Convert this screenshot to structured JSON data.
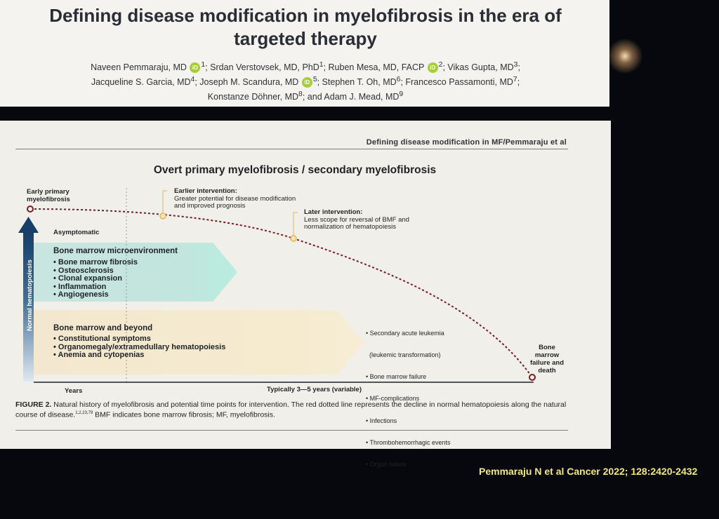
{
  "paper": {
    "title_line1": "Defining disease modification in myelofibrosis in the era of",
    "title_line2": "targeted therapy",
    "authors": {
      "a1": "Naveen Pemmaraju, MD",
      "a1_sup": "1",
      "a2": "; Srdan Verstovsek, MD, PhD",
      "a2_sup": "1",
      "a3": "; Ruben Mesa, MD, FACP",
      "a3_sup": "2",
      "a4": "; Vikas Gupta, MD",
      "a4_sup": "3",
      "a4_end": ";",
      "a5": "Jacqueline S. Garcia, MD",
      "a5_sup": "4",
      "a6": "; Joseph M. Scandura, MD",
      "a6_sup": "5",
      "a7": "; Stephen T. Oh, MD",
      "a7_sup": "6",
      "a8": "; Francesco Passamonti, MD",
      "a8_sup": "7",
      "a8_end": ";",
      "a9": "Konstanze Döhner, MD",
      "a9_sup": "8",
      "a10": "; and Adam J. Mead, MD",
      "a10_sup": "9"
    },
    "orcid_label": "iD"
  },
  "figure": {
    "running_head": "Defining disease modification in MF/Pemmaraju et al",
    "heading": "Overt primary myelofibrosis / secondary myelofibrosis",
    "start_label": {
      "l1": "Early primary",
      "l2": "myelofibrosis"
    },
    "asymptomatic": "Asymptomatic",
    "yaxis_label": "Normal hematopoiesis",
    "earlier": {
      "title": "Earlier intervention:",
      "l1": "Greater potential for disease modification",
      "l2": "and improved prognosis"
    },
    "later": {
      "title": "Later intervention:",
      "l1": "Less scope for reversal of BMF and",
      "l2": "normalization of hematopoiesis"
    },
    "band1": {
      "title": "Bone marrow microenvironment",
      "items": [
        "• Bone marrow fibrosis",
        "• Osteosclerosis",
        "• Clonal expansion",
        "• Inflammation",
        "• Angiogenesis"
      ]
    },
    "band2": {
      "title": "Bone marrow and beyond",
      "items": [
        "• Constitutional symptoms",
        "• Organomegaly/extramedullary hematopoiesis",
        "• Anemia and cytopenias"
      ]
    },
    "late_events": [
      "• Secondary acute leukemia",
      "  (leukemic transformation)",
      "• Bone marrow failure",
      "• MF-complications",
      "• Infections",
      "• Thrombohemorrhagic events",
      "• Organ failure"
    ],
    "end_label": {
      "l1": "Bone",
      "l2": "marrow",
      "l3": "failure and",
      "l4": "death"
    },
    "x_left": "Years",
    "x_center": "Typically 3—5 years (variable)",
    "caption": {
      "fig": "FIGURE 2.",
      "text": " Natural history of myelofibrosis and potential time points for intervention. The red dotted line represents the decline in normal hematopoiesis along the natural course of disease.",
      "refs": "1,2,23,79",
      "text2": " BMF indicates bone marrow fibrosis; MF, myelofibrosis."
    }
  },
  "citation": "Pemmaraju N et al Cancer 2022; 128:2420-2432",
  "colors": {
    "curve": "#7b1a26",
    "arrow": "#1d4d78",
    "callout": "#e6b45a"
  }
}
